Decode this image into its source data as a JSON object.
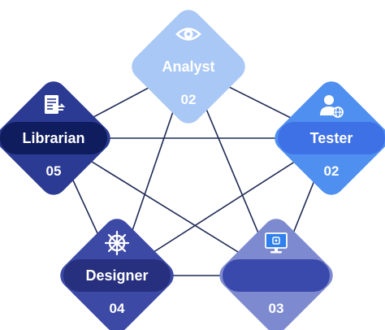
{
  "diagram": {
    "type": "pentagram-network",
    "nodes": [
      {
        "id": "analyst",
        "label": "Analyst",
        "number": "02",
        "icon": "eye-icon",
        "color": "#a9c8f6"
      },
      {
        "id": "tester",
        "label": "Tester",
        "number": "02",
        "icon": "user-globe-icon",
        "color": "#4f8ff0"
      },
      {
        "id": "librarian",
        "label": "Librarian",
        "number": "05",
        "icon": "document-transfer-icon",
        "color": "#2b3b93"
      },
      {
        "id": "designer",
        "label": "Designer",
        "number": "04",
        "icon": "ship-wheel-icon",
        "color": "#3c4aa6"
      },
      {
        "id": "blank",
        "label": "",
        "number": "03",
        "icon": "monitor-icon",
        "color": "#7e8ad0"
      }
    ],
    "edges": [
      [
        "analyst",
        "tester"
      ],
      [
        "tester",
        "blank"
      ],
      [
        "blank",
        "designer"
      ],
      [
        "designer",
        "librarian"
      ],
      [
        "librarian",
        "analyst"
      ],
      [
        "analyst",
        "blank"
      ],
      [
        "analyst",
        "designer"
      ],
      [
        "librarian",
        "tester"
      ],
      [
        "librarian",
        "blank"
      ],
      [
        "tester",
        "designer"
      ]
    ],
    "edge_color": "#1f2a55"
  }
}
